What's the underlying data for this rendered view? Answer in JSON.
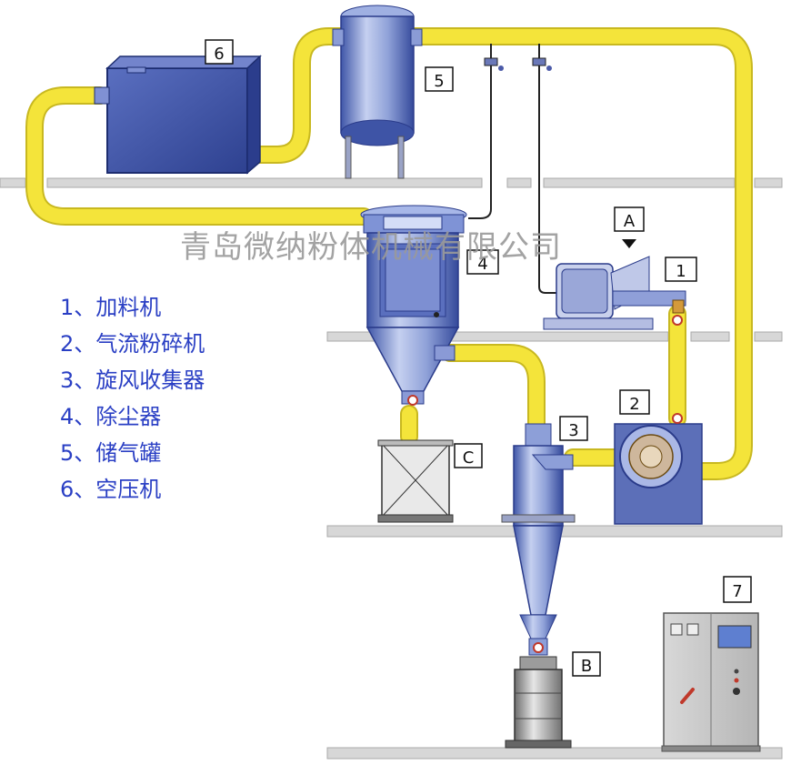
{
  "labels": {
    "air_compressor": "6",
    "air_tank": "5",
    "feeder": "1",
    "jet_mill": "2",
    "cyclone": "3",
    "dust_collector": "4",
    "control_cabinet": "7",
    "inlet": "A",
    "outlet_b": "B",
    "outlet_c": "C"
  },
  "watermark": "青岛微纳粉体机械有限公司",
  "legend": [
    "1、加料机",
    "2、气流粉碎机",
    "3、旋风收集器",
    "4、除尘器",
    "5、储气罐",
    "6、空压机"
  ],
  "colors": {
    "pipe": "#f4e43a",
    "pipe_edge": "#c8b820",
    "equipment_blue": "#4d63b3",
    "equipment_light": "#b9c6ea",
    "legend_text": "#2a3fc4",
    "shelf": "#d7d7d7"
  }
}
